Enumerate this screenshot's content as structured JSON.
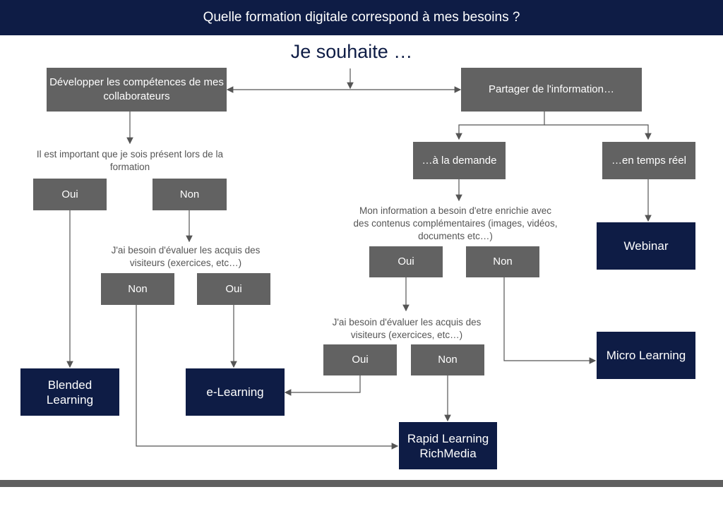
{
  "header": {
    "title": "Quelle formation digitale correspond à mes besoins ?"
  },
  "subtitle": "Je souhaite …",
  "nodes": {
    "developper": "Développer les compétences de mes collaborateurs",
    "partager": "Partager de l'information…",
    "present_question": "Il est important que je sois présent lors de la formation",
    "present_oui": "Oui",
    "present_non": "Non",
    "evaluer_question_1": "J'ai besoin d'évaluer les acquis des visiteurs (exercices, etc…)",
    "evaluer_1_non": "Non",
    "evaluer_1_oui": "Oui",
    "a_la_demande": "…à la demande",
    "temps_reel": "…en temps réel",
    "enrichie_question": "Mon information a besoin d'etre enrichie avec des contenus complémentaires (images, vidéos, documents etc…)",
    "enrichie_oui": "Oui",
    "enrichie_non": "Non",
    "evaluer_question_2": "J'ai besoin d'évaluer les acquis des visiteurs (exercices, etc…)",
    "evaluer_2_oui": "Oui",
    "evaluer_2_non": "Non"
  },
  "outcomes": {
    "blended": "Blended Learning",
    "elearning": "e-Learning",
    "rapid": "Rapid Learning RichMedia",
    "micro": "Micro Learning",
    "webinar": "Webinar"
  },
  "colors": {
    "navy": "#0e1c45",
    "gray_box": "#626262",
    "connector": "#555555"
  }
}
